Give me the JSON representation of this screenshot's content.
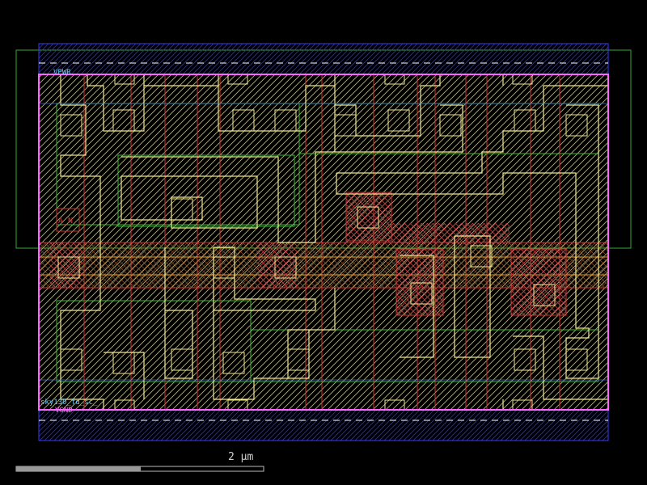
{
  "labels": {
    "vdd": "VPWR",
    "gnd": "VGND",
    "cell": "sky130_fd_sc_",
    "input": "A_N"
  },
  "scale_bar": {
    "text": "2 µm",
    "length_um": 2
  },
  "colors": {
    "background": "#000000",
    "boundary": "#ff66ff",
    "li1": "#f0e68c",
    "met1": "#3333ff",
    "poly": "#ff3333",
    "diff": "#33cc33",
    "nwell": "#33aa33",
    "text": "#66ccff"
  }
}
